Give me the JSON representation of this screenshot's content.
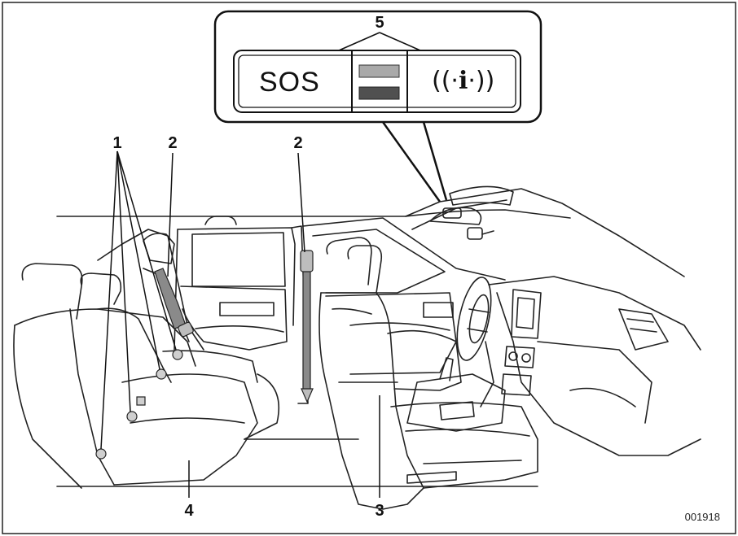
{
  "diagram": {
    "figure_id": "001918",
    "callouts": {
      "c1": "1",
      "c2a": "2",
      "c2b": "2",
      "c3": "3",
      "c4": "4",
      "c5": "5"
    },
    "panel": {
      "sos_label": "SOS",
      "info_icon": "info-call-icon",
      "indicator_colors": {
        "top": "#a9a9a9",
        "bottom": "#505050"
      }
    }
  }
}
